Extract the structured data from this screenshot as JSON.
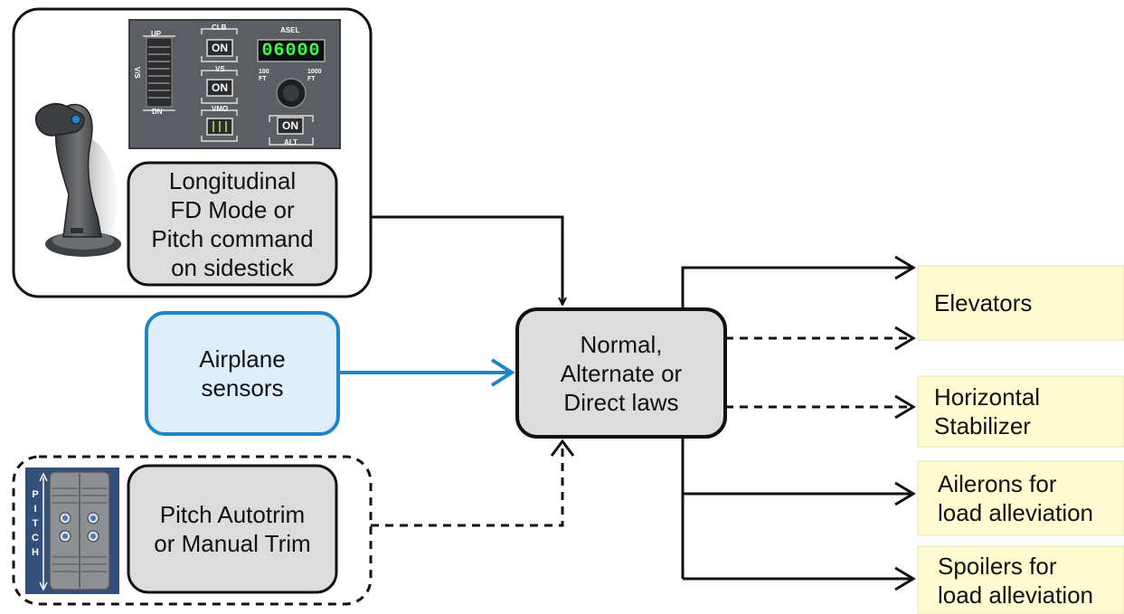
{
  "nodes": {
    "fd_mode": "Longitudinal\nFD Mode or\nPitch command\non sidestick",
    "sensors": "Airplane\nsensors",
    "trim": "Pitch Autotrim\nor Manual Trim",
    "laws": "Normal,\nAlternate or\nDirect laws"
  },
  "outputs": {
    "elevators": "Elevators",
    "stabilizer": "Horizontal\nStabilizer",
    "ailerons": "Ailerons for\nload alleviation",
    "spoilers": "Spoilers for\nload alleviation"
  },
  "fcu_panel": {
    "v_s_label": "V/S",
    "clb_label": "CLB",
    "vs_label": "VS",
    "vmo_label": "VMO",
    "asel_label": "ASEL",
    "on_top": "ON",
    "on_mid": "ON",
    "on_alt": "ON",
    "alt_display": "06000",
    "knob_100": "100 FT",
    "knob_1000": "1000 FT",
    "alt_label": "ALT",
    "dn_label": "DN",
    "up_label": "UP"
  },
  "trim_panel": {
    "letters": [
      "P",
      "I",
      "T",
      "C",
      "H"
    ]
  },
  "colors": {
    "sensor_blue": "#1a86c8",
    "sensor_fill": "#ddeefa",
    "box_fill": "#dcdcdc",
    "output_fill": "#fffbd0",
    "panel_gray": "#5b5e62"
  },
  "icons": {
    "sidestick": "sidestick-icon",
    "trim": "trim-switch-icon"
  }
}
